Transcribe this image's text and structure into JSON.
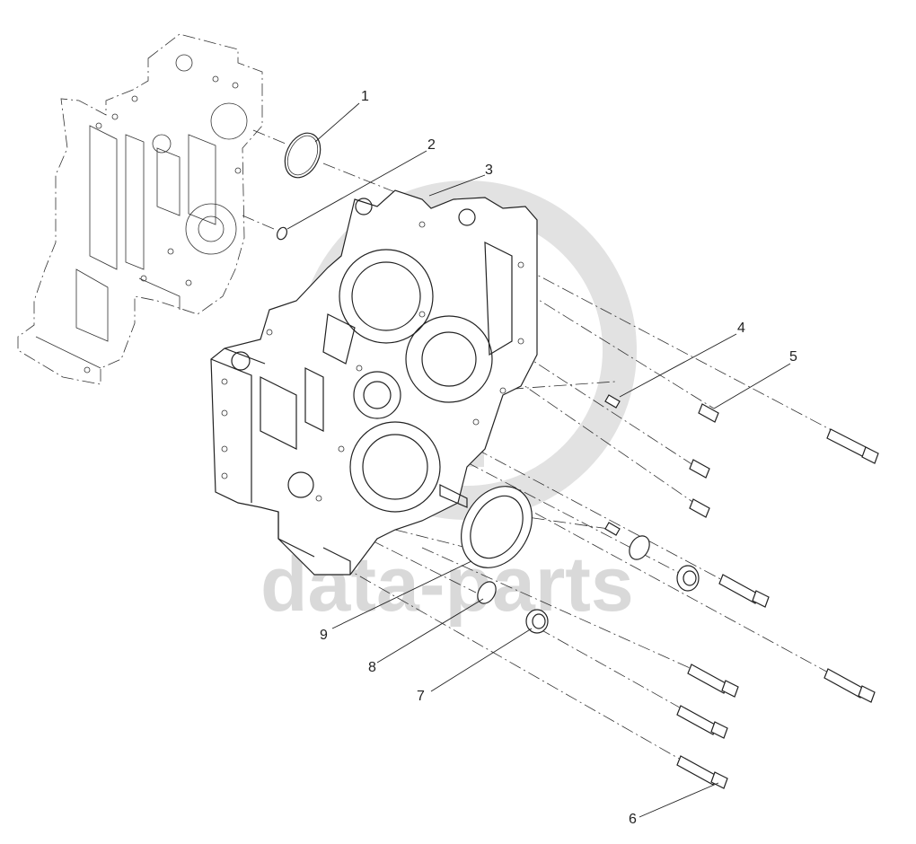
{
  "watermark": {
    "text": "data-parts",
    "color": "#d9d9d9"
  },
  "callouts": [
    {
      "id": "1",
      "label": "1"
    },
    {
      "id": "2",
      "label": "2"
    },
    {
      "id": "3",
      "label": "3"
    },
    {
      "id": "4",
      "label": "4"
    },
    {
      "id": "5",
      "label": "5"
    },
    {
      "id": "6",
      "label": "6"
    },
    {
      "id": "7",
      "label": "7"
    },
    {
      "id": "8",
      "label": "8"
    },
    {
      "id": "9",
      "label": "9"
    }
  ],
  "colors": {
    "line": "#222222",
    "background": "#ffffff"
  }
}
